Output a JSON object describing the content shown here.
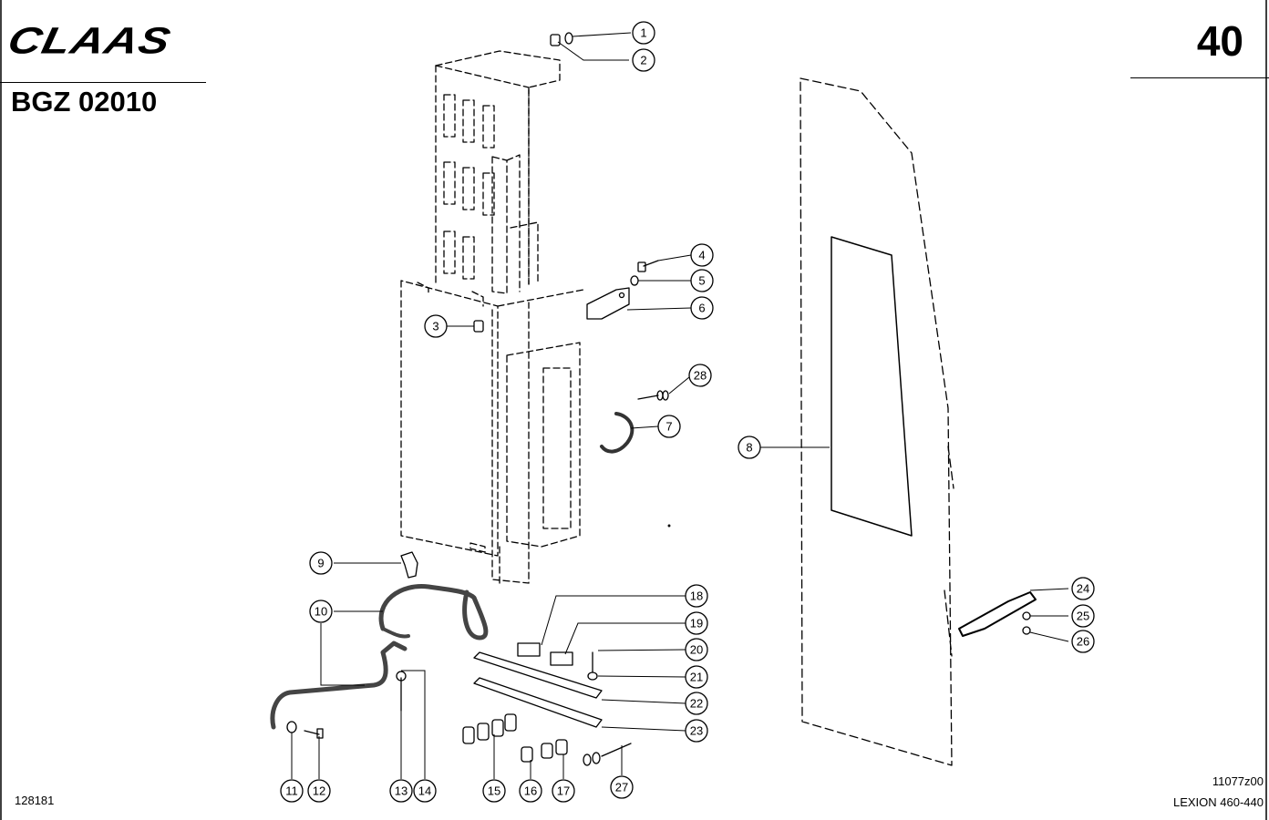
{
  "header": {
    "brand": "CLAAS",
    "doc_code": "BGZ 02010",
    "page_number": "40"
  },
  "footer": {
    "left_code": "128181",
    "drawing_ref": "11077z00",
    "model": "LEXION 460-440"
  },
  "callouts": [
    {
      "id": "c1",
      "label": "1"
    },
    {
      "id": "c2",
      "label": "2"
    },
    {
      "id": "c3",
      "label": "3"
    },
    {
      "id": "c4",
      "label": "4"
    },
    {
      "id": "c5",
      "label": "5"
    },
    {
      "id": "c6",
      "label": "6"
    },
    {
      "id": "c7",
      "label": "7"
    },
    {
      "id": "c8",
      "label": "8"
    },
    {
      "id": "c9",
      "label": "9"
    },
    {
      "id": "c10",
      "label": "10"
    },
    {
      "id": "c11",
      "label": "11"
    },
    {
      "id": "c12",
      "label": "12"
    },
    {
      "id": "c13",
      "label": "13"
    },
    {
      "id": "c14",
      "label": "14"
    },
    {
      "id": "c15",
      "label": "15"
    },
    {
      "id": "c16",
      "label": "16"
    },
    {
      "id": "c17",
      "label": "17"
    },
    {
      "id": "c18",
      "label": "18"
    },
    {
      "id": "c19",
      "label": "19"
    },
    {
      "id": "c20",
      "label": "20"
    },
    {
      "id": "c21",
      "label": "21"
    },
    {
      "id": "c22",
      "label": "22"
    },
    {
      "id": "c23",
      "label": "23"
    },
    {
      "id": "c24",
      "label": "24"
    },
    {
      "id": "c25",
      "label": "25"
    },
    {
      "id": "c26",
      "label": "26"
    },
    {
      "id": "c27",
      "label": "27"
    },
    {
      "id": "c28",
      "label": "28"
    }
  ]
}
